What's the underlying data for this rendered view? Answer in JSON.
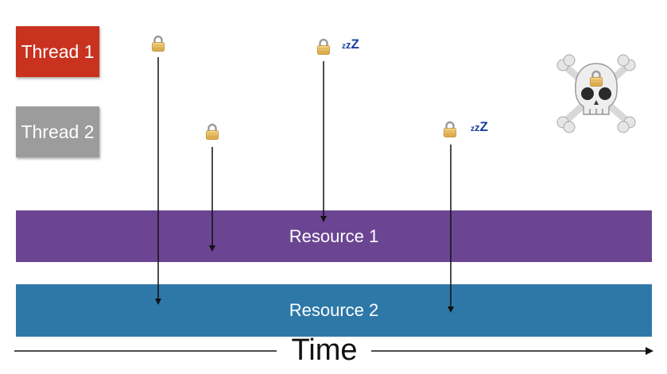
{
  "threads": [
    {
      "label": "Thread 1",
      "color": "#c8321f"
    },
    {
      "label": "Thread 2",
      "color": "#9c9c9c"
    }
  ],
  "resources": [
    {
      "label": "Resource 1",
      "color": "#6c4592"
    },
    {
      "label": "Resource 2",
      "color": "#2e78a8"
    }
  ],
  "timeline": {
    "label": "Time"
  },
  "sleep_label": "zzZ",
  "sleep_color": "#1a3fa0",
  "icons": {
    "lock": "lock-icon",
    "sleep": "sleep-icon",
    "deadlock": "skull-crossbones-icon"
  }
}
